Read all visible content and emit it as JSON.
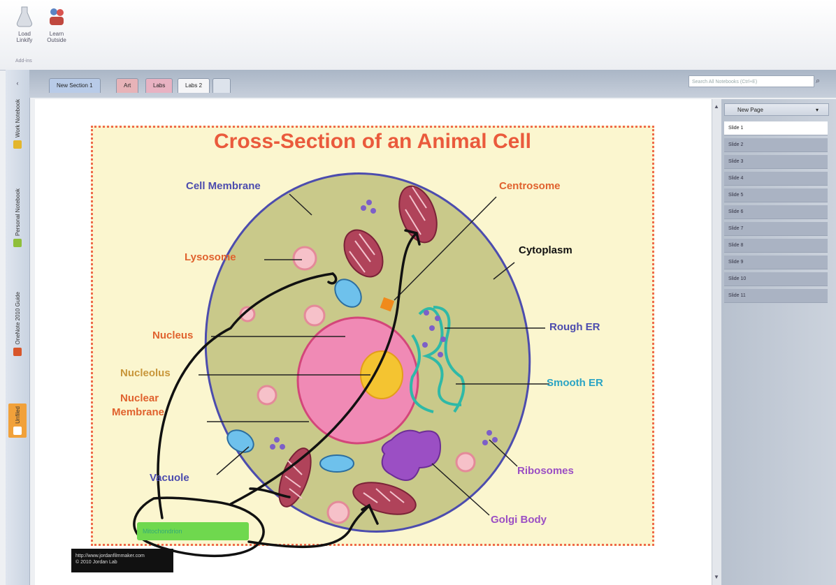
{
  "ribbon": {
    "buttons": [
      {
        "label": "Load",
        "sub": "Linkify",
        "icon": "flask-icon"
      },
      {
        "label": "Learn",
        "sub": "Outside",
        "icon": "people-icon"
      }
    ],
    "group": "Add-ins"
  },
  "notebooks": [
    {
      "label": "Work Notebook",
      "color": "#e3b62c"
    },
    {
      "label": "Personal Notebook",
      "color": "#8fbf3a"
    },
    {
      "label": "OneNote 2010 Guide",
      "color": "#d8562b"
    },
    {
      "label": "Unfiled",
      "color": "#f1a13a"
    }
  ],
  "tabs": [
    {
      "label": "New Section 1",
      "color": "#b8cbe8"
    },
    {
      "label": "Art",
      "color": "#e7b3b8"
    },
    {
      "label": "Labs",
      "color": "#e8b2c2"
    },
    {
      "label": "Labs 2",
      "color": "#f5f5f7"
    }
  ],
  "search": {
    "placeholder": "Search All Notebooks (Ctrl+E)"
  },
  "pages_panel": {
    "new_page": "New Page",
    "pages": [
      "Slide 1",
      "Slide 2",
      "Slide 3",
      "Slide 4",
      "Slide 5",
      "Slide 6",
      "Slide 7",
      "Slide 8",
      "Slide 9",
      "Slide 10",
      "Slide 11"
    ],
    "active_index": 0
  },
  "poster": {
    "title": "Cross-Section of an Animal Cell",
    "labels": {
      "cell_membrane": "Cell Membrane",
      "lysosome": "Lysosome",
      "nucleus": "Nucleus",
      "nucleolus": "Nucleolus",
      "nuclear_membrane_1": "Nuclear",
      "nuclear_membrane_2": "Membrane",
      "vacuole": "Vacuole",
      "centrosome": "Centrosome",
      "cytoplasm": "Cytoplasm",
      "rough_er": "Rough ER",
      "smooth_er": "Smooth ER",
      "ribosomes": "Ribosomes",
      "golgi_body": "Golgi Body"
    }
  },
  "annotation": {
    "highlight_text": "Mitochondrion"
  },
  "caption": {
    "line1": "http://www.jordanfilmmaker.com",
    "line2": "© 2010 Jordan Lab"
  },
  "colors": {
    "title": "#ea5a3c",
    "membrane": "#4c4cae",
    "cytoplasm": "#c9c98a",
    "nucleus": "#f08ab5",
    "highlight": "#6fd84e"
  }
}
